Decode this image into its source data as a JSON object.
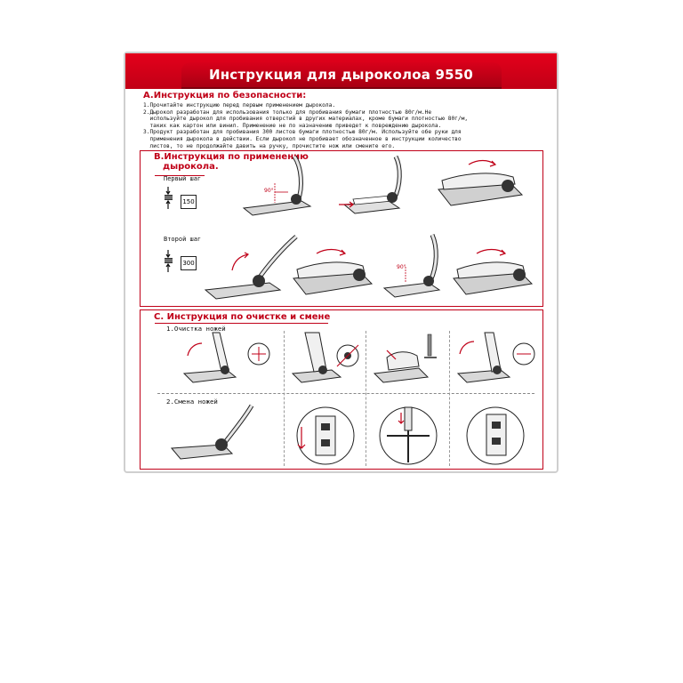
{
  "document": {
    "title": "Инструкция для дыроколоа 9550"
  },
  "section_a": {
    "title": "A.Инструкция по безопасности:",
    "lines": [
      "1.Прочитайте инструкцию перед первым применением дырокола.",
      "2.Дырокол разработан для использования только для пробивания бумаги плотностью 80г/м.Не",
      "  используйте дырокол для пробивания отверстий в других материалах, кроме бумаги плотностью 80г/м,",
      "  таких как картон или винил. Применение не по назначению приведет к повреждению дырокола.",
      "3.Продукт разработан для пробивания 300 листов бумаги плотностью 80г/м. Используйте обе руки для",
      "  применения дырокола в действии. Если дырокол не пробивает обозначенное в инструкции количество",
      "  листов, то не продолжайте давить на ручку, прочистите нож или смените его."
    ]
  },
  "section_b": {
    "title_line1": "B.Инструкция по применению",
    "title_line2": "дырокола.",
    "step1_label": "Первый шаг",
    "step1_count": "150",
    "step2_label": "Второй шаг",
    "step2_count": "300",
    "angle_label": "90°"
  },
  "section_c": {
    "title": "C. Инструкция по очистке и смене",
    "sub1_label": "1.Очистка ножей",
    "sub2_label": "2.Смена ножей"
  },
  "colors": {
    "brand_red": "#c00018",
    "banner_red": "#d9001a",
    "ink": "#111111",
    "paper": "#ffffff"
  }
}
